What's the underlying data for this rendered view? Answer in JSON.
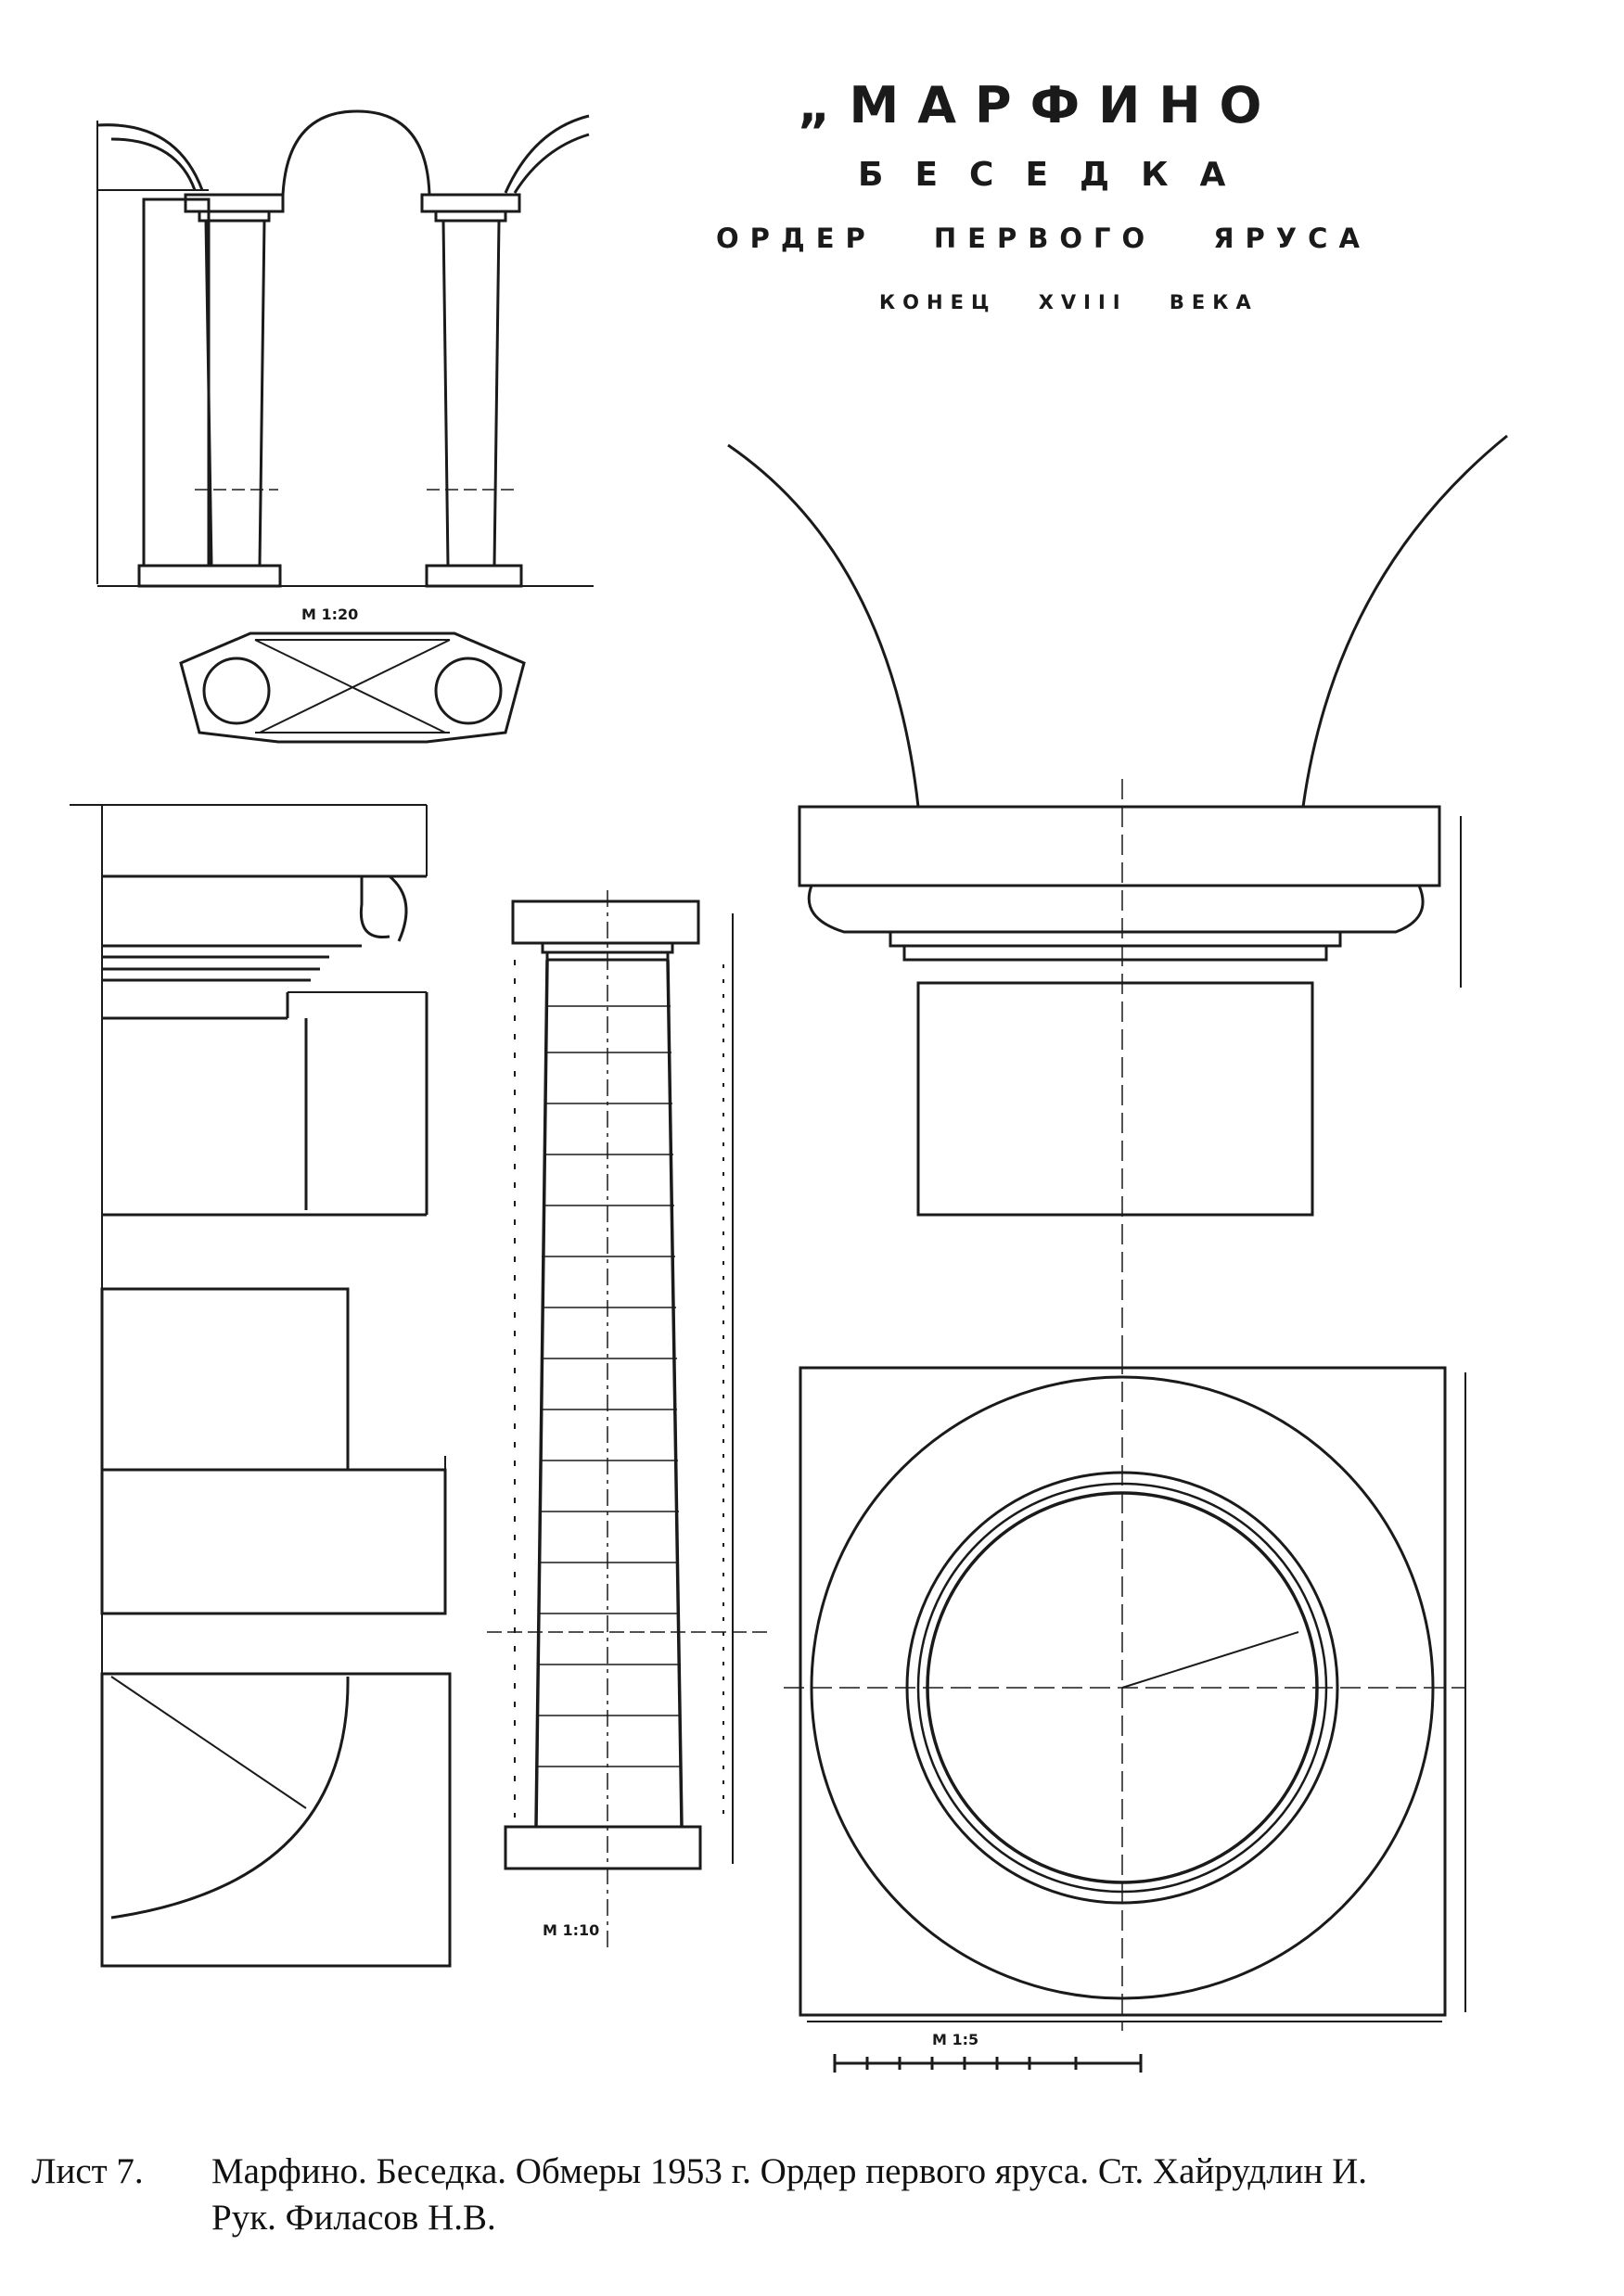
{
  "title": {
    "line1": "„МАРФИНО",
    "line2": "БЕСЕДКА",
    "line3": "ОРДЕР ПЕРВОГО ЯРУСА",
    "line4": "КОНЕЦ XVIII ВЕКА"
  },
  "scales": {
    "arcade": "М 1:20",
    "column": "М 1:10",
    "capital": "М 1:5"
  },
  "caption": {
    "label": "Лист 7.",
    "line1": "Марфино. Беседка. Обмеры 1953 г. Ордер первого яруса. Ст. Хайрудлин И.",
    "line2": "Рук. Филасов Н.В."
  },
  "colors": {
    "ink": "#1a1a1a",
    "paper": "#ffffff"
  }
}
